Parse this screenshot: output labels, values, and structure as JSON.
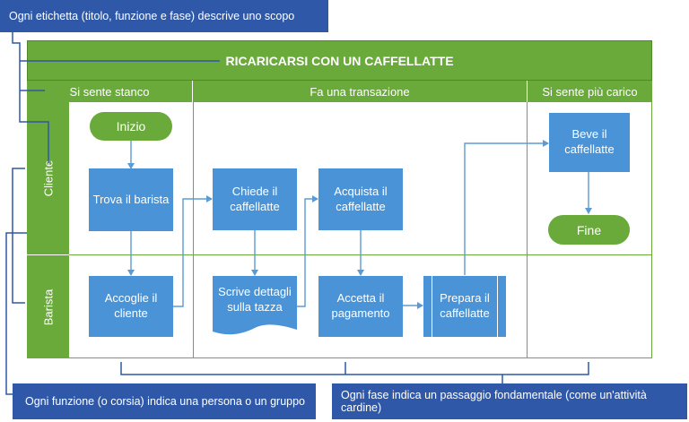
{
  "callouts": {
    "top": "Ogni etichetta (titolo, funzione e fase) descrive uno scopo",
    "bottom_left": "Ogni funzione (o corsia) indica una persona o un gruppo",
    "bottom_right": "Ogni fase indica un passaggio fondamentale (come un'attività cardine)"
  },
  "diagram": {
    "title": "RICARICARSI CON UN CAFFELLATTE",
    "phases": [
      "Si sente stanco",
      "Fa una transazione",
      "Si sente più carico"
    ],
    "lanes": [
      "Cliente",
      "Barista"
    ],
    "nodes": {
      "start": "Inizio",
      "find": "Trova il barista",
      "ask": "Chiede il caffellatte",
      "buy": "Acquista il caffellatte",
      "drink": "Beve il caffellatte",
      "end": "Fine",
      "welcome": "Accoglie il cliente",
      "write": "Scrive dettagli sulla tazza",
      "accept": "Accetta il pagamento",
      "prepare": "Prepara il caffellatte"
    }
  },
  "colors": {
    "green": "#6aaa3a",
    "blue_box": "#4a93d6",
    "callout": "#2f58a8",
    "connector": "#5b9bd5"
  }
}
